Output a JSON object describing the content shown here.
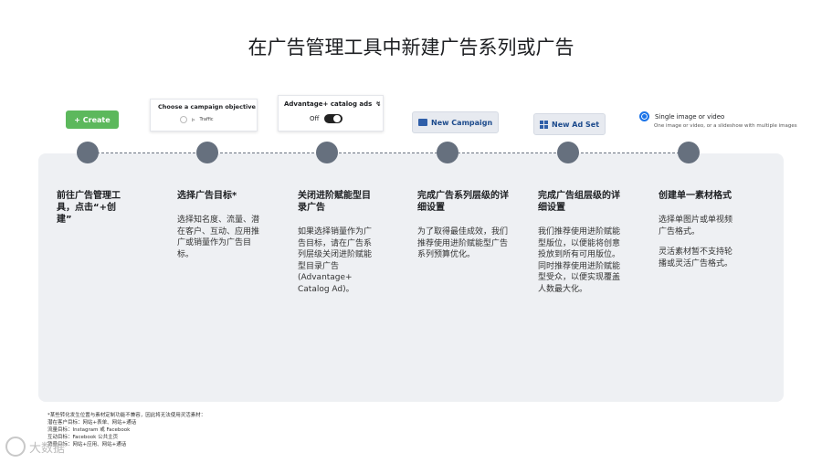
{
  "title": "在广告管理工具中新建广告系列或广告",
  "widgets": {
    "create_button": "+ Create",
    "objective_card": {
      "heading": "Choose a campaign objective",
      "option": "Traffic"
    },
    "catalog_card": {
      "heading": "Advantage+ catalog ads",
      "toggle_label": "Off"
    },
    "new_campaign": "New Campaign",
    "new_ad_set": "New Ad Set",
    "single_image": {
      "label": "Single image or video",
      "sub": "One image or video, or a slideshow with multiple images"
    }
  },
  "steps": [
    {
      "head": "前往广告管理工具，点击“+创建”",
      "body": []
    },
    {
      "head": "选择广告目标*",
      "body": [
        "选择知名度、流量、潜在客户、互动、应用推广或销量作为广告目标。"
      ]
    },
    {
      "head": "关闭进阶赋能型目录广告",
      "body": [
        "如果选择销量作为广告目标，请在广告系列层级关闭进阶赋能型目录广告 (Advantage+ Catalog Ad)。"
      ]
    },
    {
      "head": "完成广告系列层级的详细设置",
      "body": [
        "为了取得最佳成效，我们推荐使用进阶赋能型广告系列预算优化。"
      ]
    },
    {
      "head": "完成广告组层级的详细设置",
      "body": [
        "我们推荐使用进阶赋能型版位，以便能将创意投放到所有可用版位。同时推荐使用进阶赋能型受众，以便实现覆盖人数最大化。"
      ]
    },
    {
      "head": "创建单一素材格式",
      "body": [
        "选择单图片或单视频广告格式。",
        "灵活素材暂不支持轮播或灵活广告格式。"
      ]
    }
  ],
  "footnote": [
    "*某些转化发生位置与素材定制功能不兼容，因此将无法使用灵活素材：",
    "潜在客户目标：网站+表单、网站+通话",
    "流量目标：Instagram 或 Facebook",
    "互动目标：Facebook 公共主页",
    "销量目标：网站+应用、网站+通话"
  ],
  "watermark": "大数据"
}
